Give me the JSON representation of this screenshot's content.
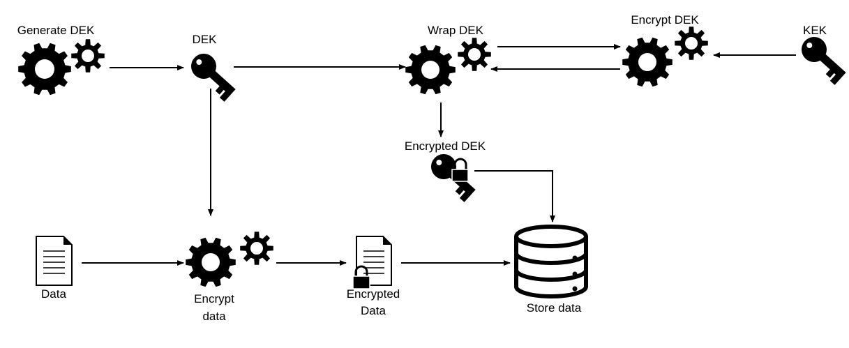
{
  "colors": {
    "ink": "#000000",
    "paper": "#ffffff"
  },
  "nodes": {
    "generate_dek": {
      "label": "Generate DEK",
      "icon": "gears-icon"
    },
    "dek": {
      "label": "DEK",
      "icon": "key-icon"
    },
    "wrap_dek": {
      "label": "Wrap DEK",
      "icon": "gears-icon"
    },
    "encrypt_dek": {
      "label": "Encrypt DEK",
      "icon": "gears-icon"
    },
    "kek": {
      "label": "KEK",
      "icon": "key-icon"
    },
    "encrypted_dek": {
      "label": "Encrypted DEK",
      "icon": "locked-key-icon"
    },
    "data": {
      "label": "Data",
      "icon": "document-icon"
    },
    "encrypt_data": {
      "label_line1": "Encrypt",
      "label_line2": "data",
      "icon": "gears-icon"
    },
    "encrypted_data": {
      "label_line1": "Encrypted",
      "label_line2": "Data",
      "icon": "locked-document-icon"
    },
    "store_data": {
      "label": "Store data",
      "icon": "database-icon"
    }
  }
}
